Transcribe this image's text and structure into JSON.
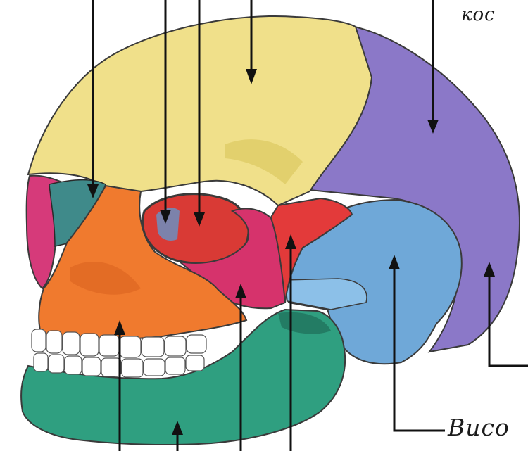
{
  "labels": {
    "top_right": "кос",
    "bottom_right": "Висо"
  },
  "colors": {
    "frontal": "#f0e08a",
    "parietal": "#8b78c8",
    "temporal": "#6fa8d8",
    "sphenoid": "#e33a3a",
    "zygomatic": "#d6336c",
    "maxilla": "#f07a2e",
    "nasal": "#d63a7a",
    "mandible": "#2f9f80",
    "teeth": "#ffffff",
    "outline": "#3a3a3a",
    "pointer": "#111111"
  },
  "bones": [
    "frontal",
    "parietal",
    "temporal",
    "sphenoid",
    "zygomatic",
    "maxilla",
    "nasal",
    "mandible",
    "teeth"
  ]
}
